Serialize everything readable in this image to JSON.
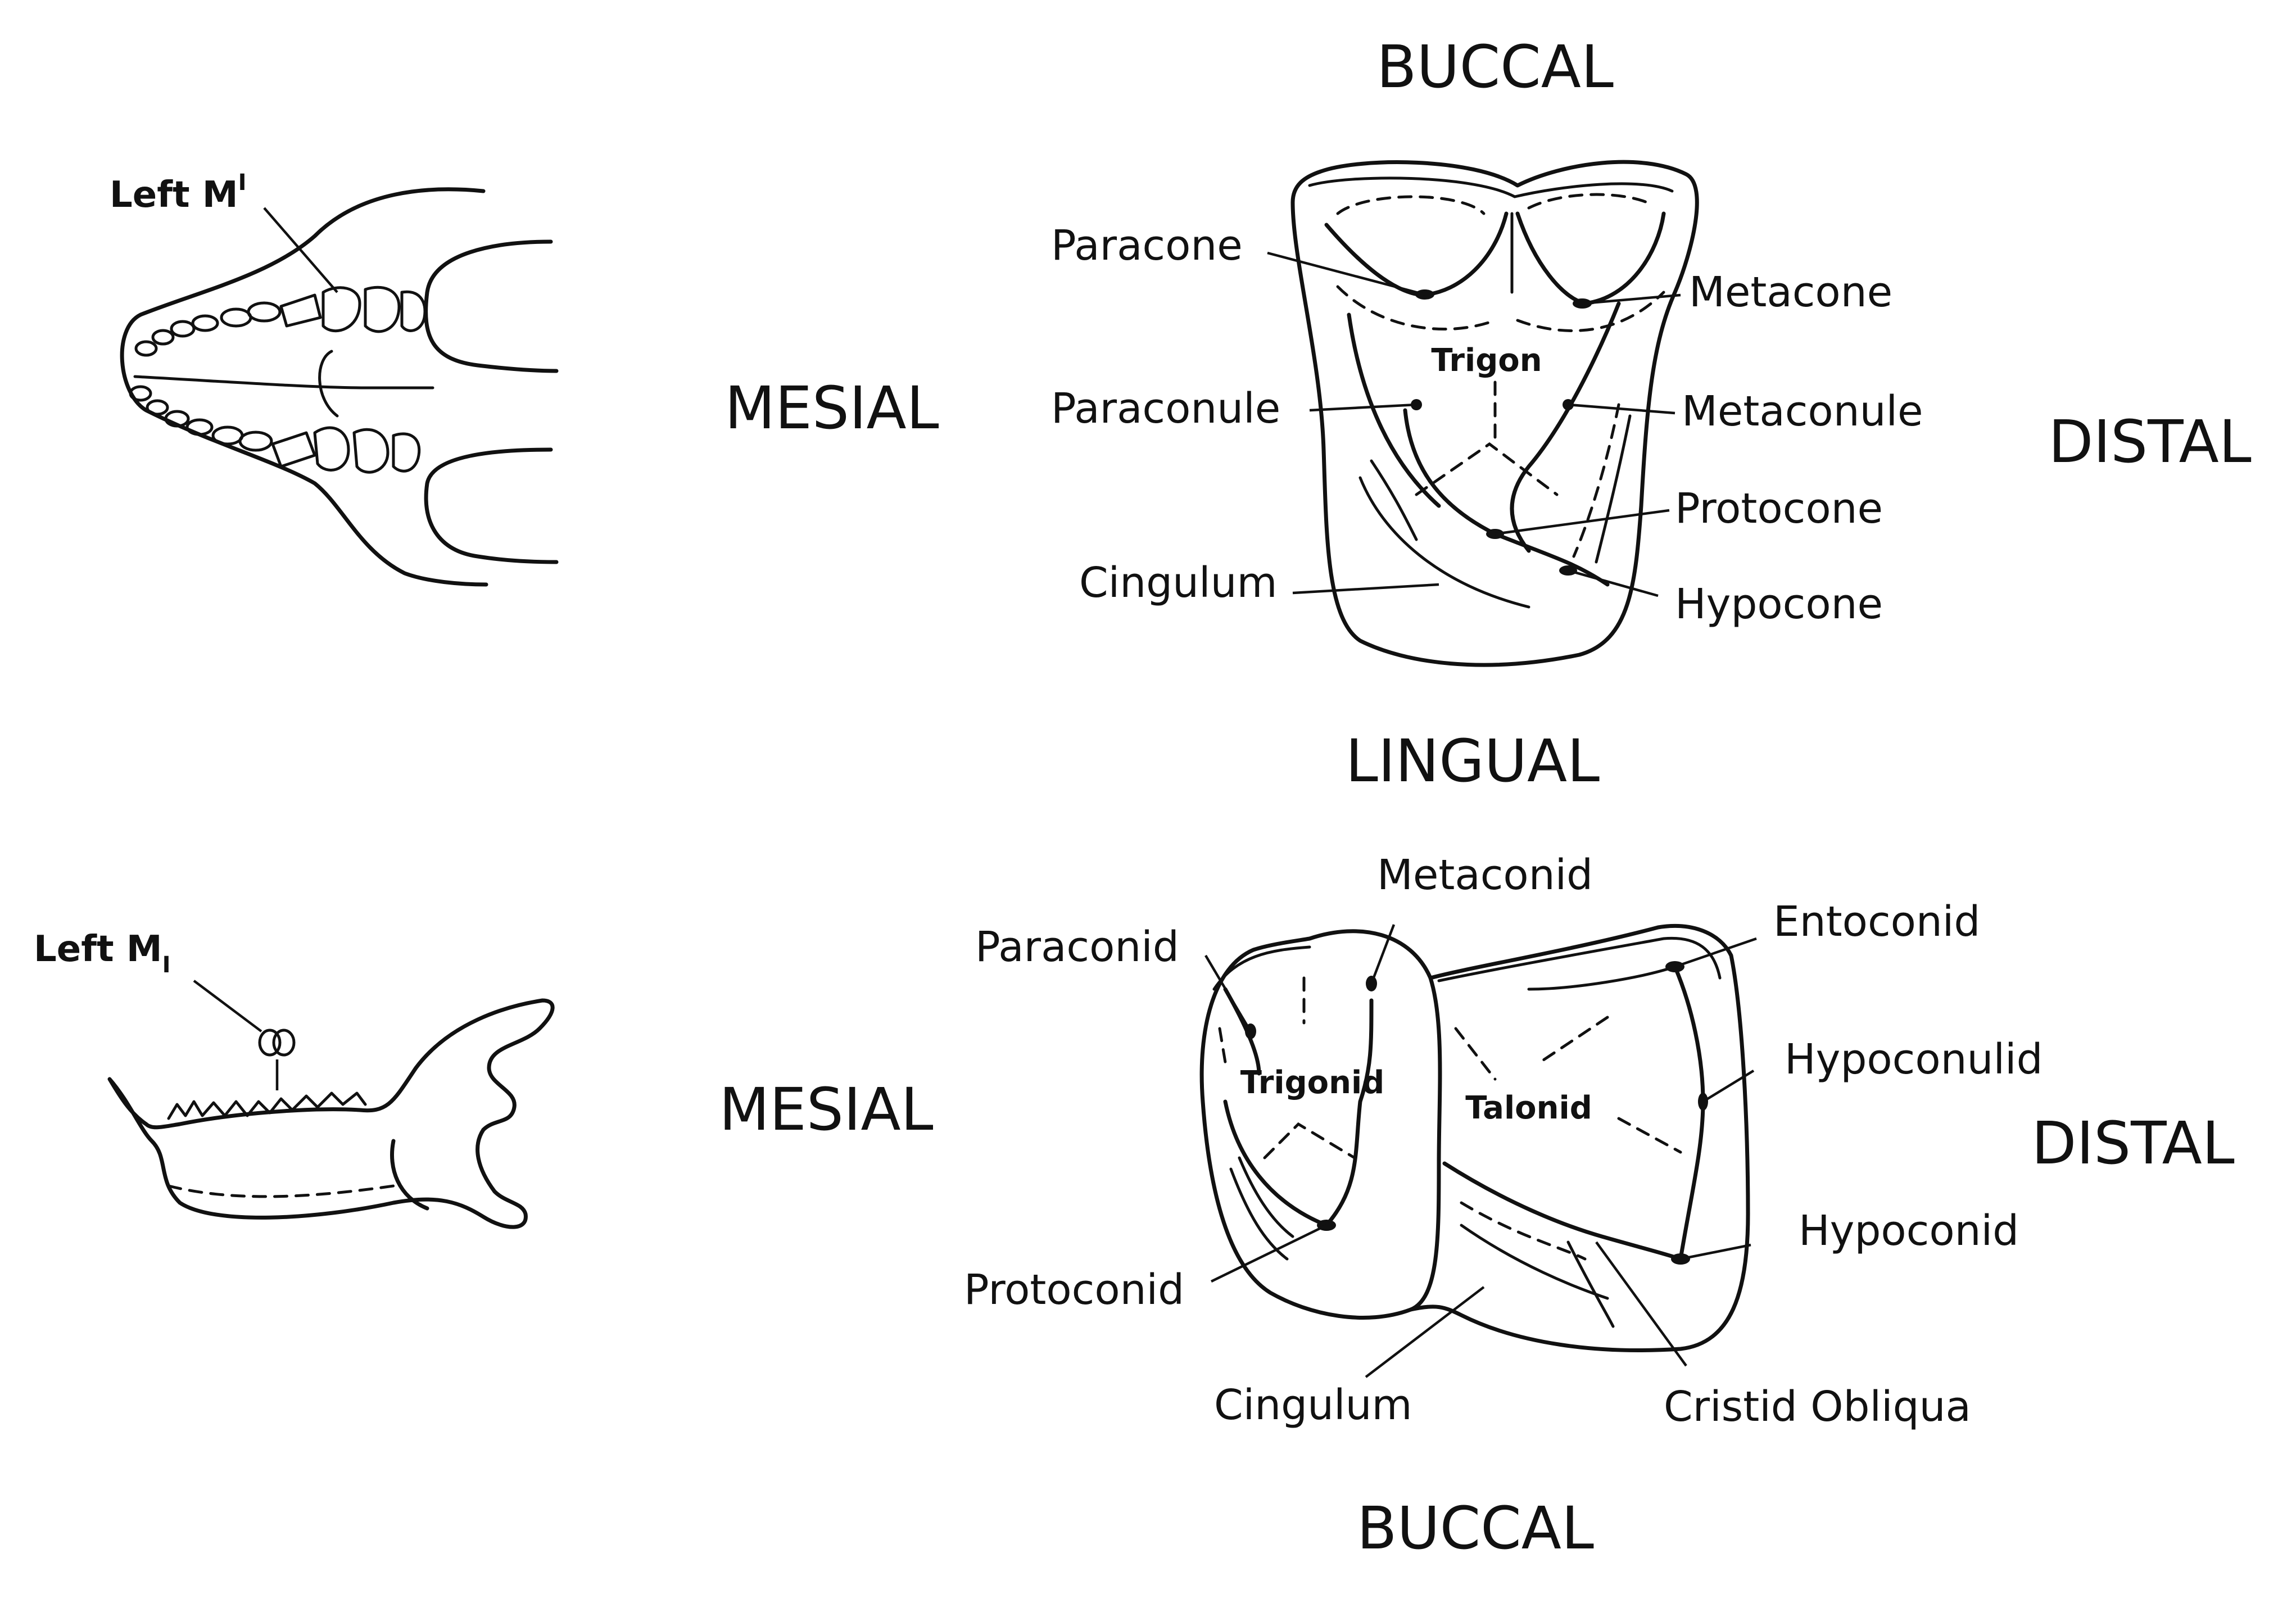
{
  "upper": {
    "skull_label": "Left M",
    "skull_label_sup": "I",
    "directions": {
      "top": "BUCCAL",
      "left": "MESIAL",
      "right": "DISTAL",
      "bottom": "LINGUAL"
    },
    "region": "Trigon",
    "cusps": {
      "paracone": "Paracone",
      "paraconule": "Paraconule",
      "cingulum": "Cingulum",
      "metacone": "Metacone",
      "metaconule": "Metaconule",
      "protocone": "Protocone",
      "hypocone": "Hypocone"
    }
  },
  "lower": {
    "jaw_label": "Left M",
    "jaw_label_sub": "I",
    "directions": {
      "left": "MESIAL",
      "right": "DISTAL",
      "bottom": "BUCCAL"
    },
    "regions": {
      "trigonid": "Trigonid",
      "talonid": "Talonid"
    },
    "cusps": {
      "paraconid": "Paraconid",
      "metaconid": "Metaconid",
      "entoconid": "Entoconid",
      "hypoconulid": "Hypoconulid",
      "hypoconid": "Hypoconid",
      "protoconid": "Protoconid",
      "cingulum": "Cingulum",
      "cristid_obliqua": "Cristid Obliqua"
    }
  }
}
